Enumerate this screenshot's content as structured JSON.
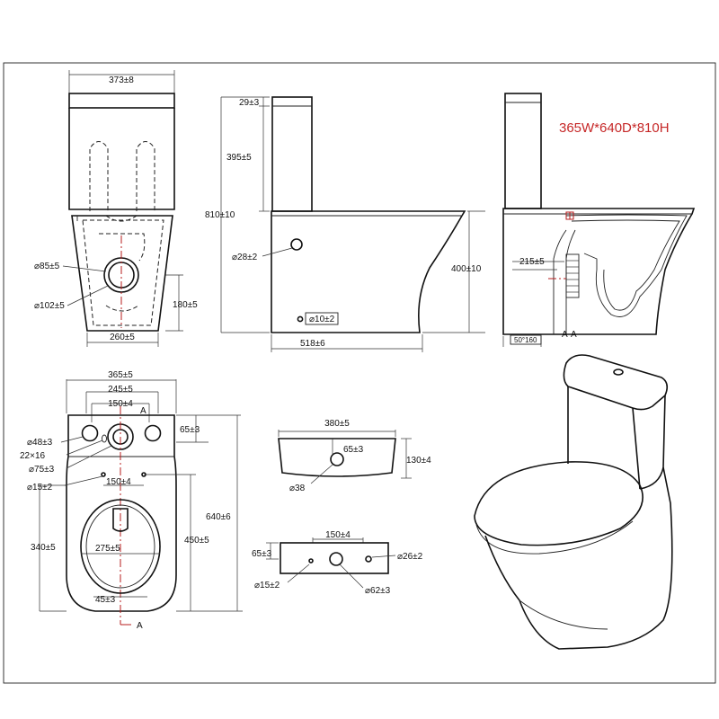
{
  "spec_label": "365W*640D*810H",
  "front_view": {
    "top_width": "373±8",
    "outlet_dia": "⌀85±5",
    "outer_dia": "⌀102±5",
    "base_height": "180±5",
    "base_width": "260±5"
  },
  "side_view": {
    "lid_height": "29±3",
    "tank_height": "395±5",
    "total_height": "810±10",
    "inlet_dia": "⌀28±2",
    "bolt_hole": "⌀10±2",
    "bowl_height": "400±10",
    "base_length": "518±6"
  },
  "section_view": {
    "outlet_height": "215±5",
    "offset": "50°160",
    "section_label": "A-A"
  },
  "top_view": {
    "overall_width": "365±5",
    "tank_width": "245±5",
    "hole_spacing_top": "150±4",
    "section_mark": "A",
    "side_hole_offset": "65±3",
    "hole_dia_48": "⌀48±3",
    "slot_dims": "22×16",
    "button_dia": "⌀75±3",
    "small_hole_dia": "⌀15±2",
    "hole_spacing_mid": "150±4",
    "total_depth": "640±6",
    "fix_distance": "450±5",
    "front_offset": "340±5",
    "bowl_width": "275±5",
    "rear_offset": "45±3"
  },
  "tank_top_view": {
    "width": "380±5",
    "hole_offset": "65±3",
    "depth": "130±4",
    "hole_dia": "⌀38"
  },
  "tank_bottom_view": {
    "hole_spacing": "150±4",
    "side_offset": "65±3",
    "side_hole_dia": "⌀26±2",
    "small_hole_dia": "⌀15±2",
    "center_hole_dia": "⌀62±3"
  }
}
